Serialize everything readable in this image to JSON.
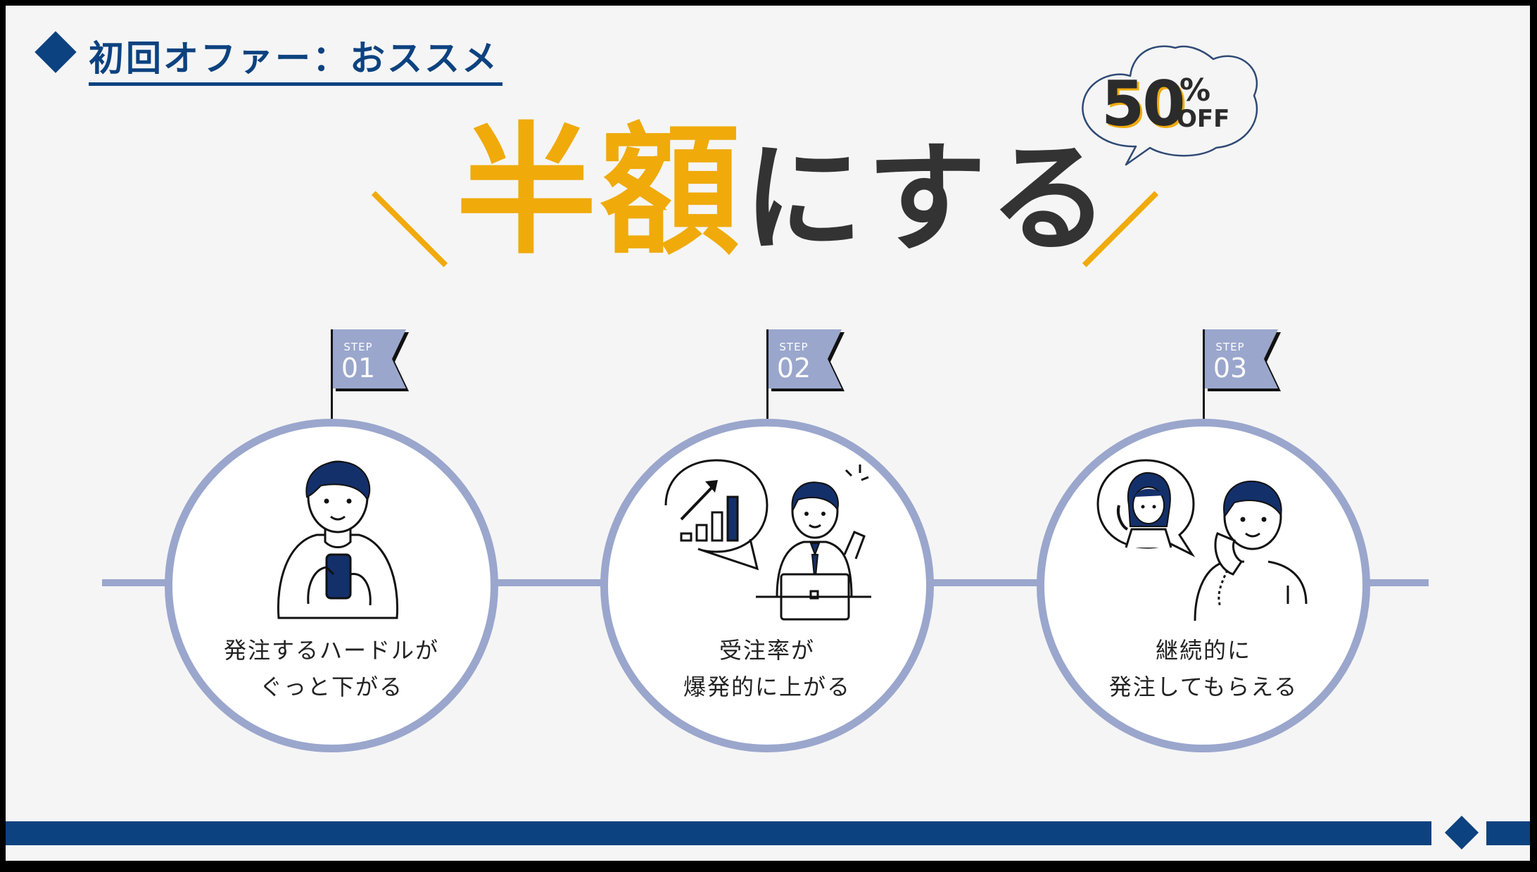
{
  "title": "初回オファー：おススメ",
  "headline": {
    "accent": "半額",
    "rest": "にする"
  },
  "badge": {
    "number": "50",
    "percent": "%",
    "off": "OFF"
  },
  "steps": [
    {
      "step_label": "STEP",
      "number": "01",
      "caption_line1": "発注するハードルが",
      "caption_line2": "ぐっと下がる"
    },
    {
      "step_label": "STEP",
      "number": "02",
      "caption_line1": "受注率が",
      "caption_line2": "爆発的に上がる"
    },
    {
      "step_label": "STEP",
      "number": "03",
      "caption_line1": "継続的に",
      "caption_line2": "発注してもらえる"
    }
  ],
  "icons": [
    "smartphone-user-icon",
    "growth-chart-businessman-icon",
    "phone-call-icon"
  ],
  "colors": {
    "navy": "#0d4280",
    "gold": "#f0aa0a",
    "lavender": "#9aa6cc",
    "dark_text": "#333333"
  }
}
